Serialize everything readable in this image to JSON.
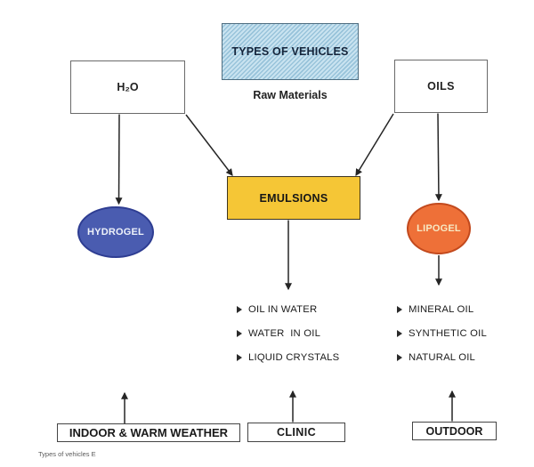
{
  "diagram": {
    "title_box": {
      "label": "TYPES OF VEHICLES"
    },
    "subtitle": "Raw Materials",
    "nodes": {
      "h2o": {
        "label": "H₂O"
      },
      "oils": {
        "label": "OILS"
      },
      "emulsions": {
        "label": "EMULSIONS"
      },
      "hydrogel": {
        "label": "HYDROGEL"
      },
      "lipogel": {
        "label": "LIPOGEL"
      }
    },
    "lists": {
      "emulsion_types": {
        "items": [
          "OIL IN WATER",
          "WATER  IN OIL",
          "LIQUID CRYSTALS"
        ]
      },
      "oil_types": {
        "items": [
          "MINERAL OIL",
          "SYNTHETIC OIL",
          "NATURAL OIL"
        ]
      }
    },
    "usage_boxes": {
      "indoor": "INDOOR & WARM WEATHER",
      "clinic": "CLINIC",
      "outdoor": "OUTDOOR"
    },
    "footnote": "Types of vehicles E",
    "colors": {
      "title_fill": "#c9e3f0",
      "title_stripe": "#98c3da",
      "emulsions_fill": "#f5c636",
      "hydrogel_fill": "#4a5cb0",
      "hydrogel_border": "#2e3d92",
      "lipogel_fill": "#ee7038",
      "lipogel_border": "#c2491d",
      "arrow": "#252525"
    }
  }
}
